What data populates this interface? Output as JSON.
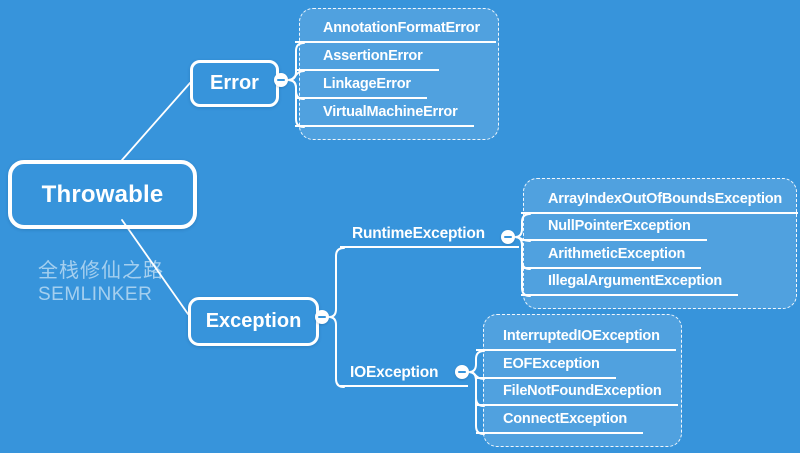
{
  "canvas": {
    "background_color": "#3794db",
    "line_color": "#ffffff"
  },
  "watermark": {
    "line1": "全栈修仙之路",
    "line2": "SEMLINKER"
  },
  "nodes": {
    "root": {
      "label": "Throwable"
    },
    "error": {
      "label": "Error",
      "children": [
        "AnnotationFormatError",
        "AssertionError",
        "LinkageError",
        "VirtualMachineError"
      ]
    },
    "exception": {
      "label": "Exception"
    },
    "runtime": {
      "label": "RuntimeException",
      "children": [
        "ArrayIndexOutOfBoundsException",
        "NullPointerException",
        "ArithmeticException",
        "IllegalArgumentException"
      ]
    },
    "io": {
      "label": "IOException",
      "children": [
        "InterruptedIOException",
        "EOFException",
        "FileNotFoundException",
        "ConnectException"
      ]
    }
  },
  "icons": {
    "collapse": "minus-icon"
  }
}
